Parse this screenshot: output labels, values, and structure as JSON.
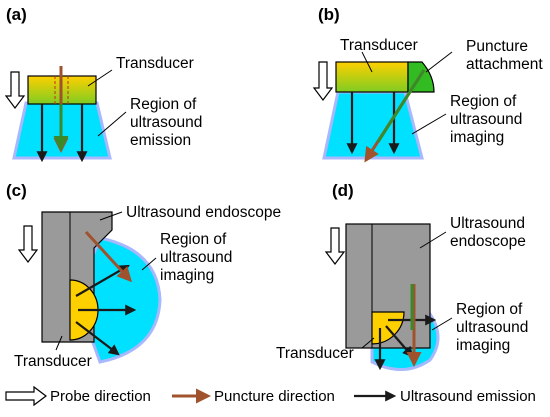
{
  "panels": {
    "a": {
      "tag": "(a)",
      "transducer": "Transducer",
      "region": [
        "Region of",
        "ultrasound",
        "emission"
      ]
    },
    "b": {
      "tag": "(b)",
      "transducer": "Transducer",
      "attachment": [
        "Puncture",
        "attachment"
      ],
      "region": [
        "Region of",
        "ultrasound",
        "imaging"
      ]
    },
    "c": {
      "tag": "(c)",
      "endoscope": "Ultrasound endoscope",
      "region": [
        "Region of",
        "ultrasound",
        "imaging"
      ],
      "transducer": "Transducer"
    },
    "d": {
      "tag": "(d)",
      "endoscope": [
        "Ultrasound",
        "endoscope"
      ],
      "region": [
        "Region of",
        "ultrasound",
        "imaging"
      ],
      "transducer": "Transducer"
    }
  },
  "legend": {
    "probe": "Probe direction",
    "puncture": "Puncture direction",
    "emission": "Ultrasound emission"
  },
  "colors": {
    "region": "#00e0ff",
    "region_edge": "#9fb3ff",
    "transducer": "#ffd000",
    "transducer_green": "#44cc22",
    "attachment": "#33bb22",
    "endoscope": "#9a9a9a",
    "puncture_arrow": "#a0522d",
    "needle": "#3a8a2a",
    "emission": "#1a1a1a"
  }
}
